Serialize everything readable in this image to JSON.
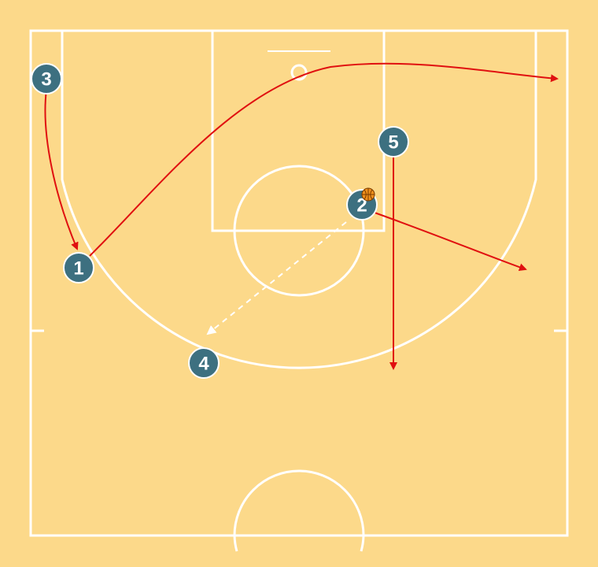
{
  "colors": {
    "court_fill": "#fcd98a",
    "court_lines": "#ffffff",
    "player_fill": "#3d7080",
    "player_stroke": "#ffffff",
    "movement_arrow": "#e01010",
    "pass_line": "#ffffff",
    "ball": "#f0901c"
  },
  "players": [
    {
      "id": "p1",
      "label": "1"
    },
    {
      "id": "p2",
      "label": "2",
      "has_ball": true
    },
    {
      "id": "p3",
      "label": "3"
    },
    {
      "id": "p4",
      "label": "4"
    },
    {
      "id": "p5",
      "label": "5"
    }
  ],
  "actions": [
    {
      "type": "cut",
      "from": "3",
      "style": "solid-arrow"
    },
    {
      "type": "cut",
      "from": "1",
      "style": "solid-arrow"
    },
    {
      "type": "cut",
      "from": "2",
      "style": "solid-arrow"
    },
    {
      "type": "cut",
      "from": "5",
      "style": "solid-arrow"
    },
    {
      "type": "pass",
      "from": "2",
      "to": "4",
      "style": "dashed-arrow"
    }
  ]
}
